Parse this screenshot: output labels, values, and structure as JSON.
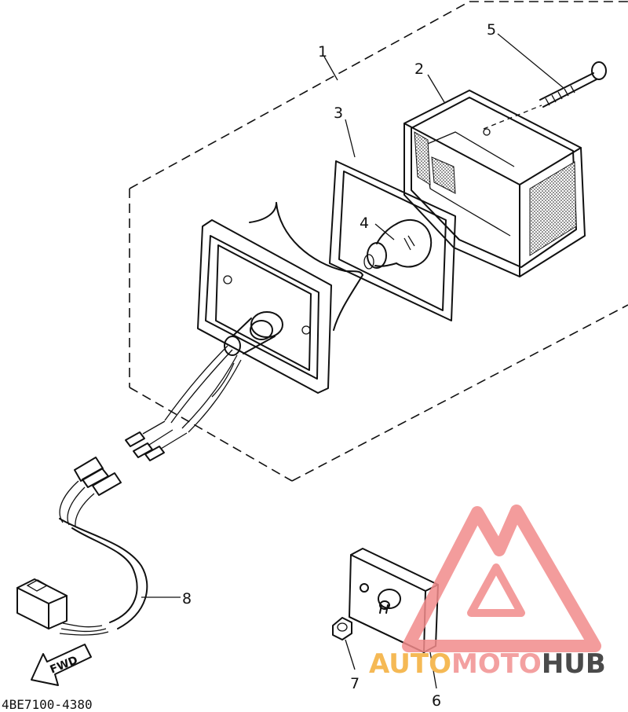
{
  "diagram": {
    "part_code": "4BE7100-4380",
    "fwd_label": "FWD",
    "callouts": [
      "1",
      "2",
      "3",
      "4",
      "5",
      "6",
      "7",
      "8"
    ]
  },
  "watermark": {
    "text_auto": "AUTO",
    "text_moto": "MOTO",
    "text_hub": "HUB",
    "colors": {
      "logo": "#f28b8b",
      "auto": "#f5b955",
      "moto": "#f3a0a0",
      "hub": "#4a4a4a"
    }
  },
  "colors": {
    "line": "#111111",
    "background": "#ffffff"
  }
}
